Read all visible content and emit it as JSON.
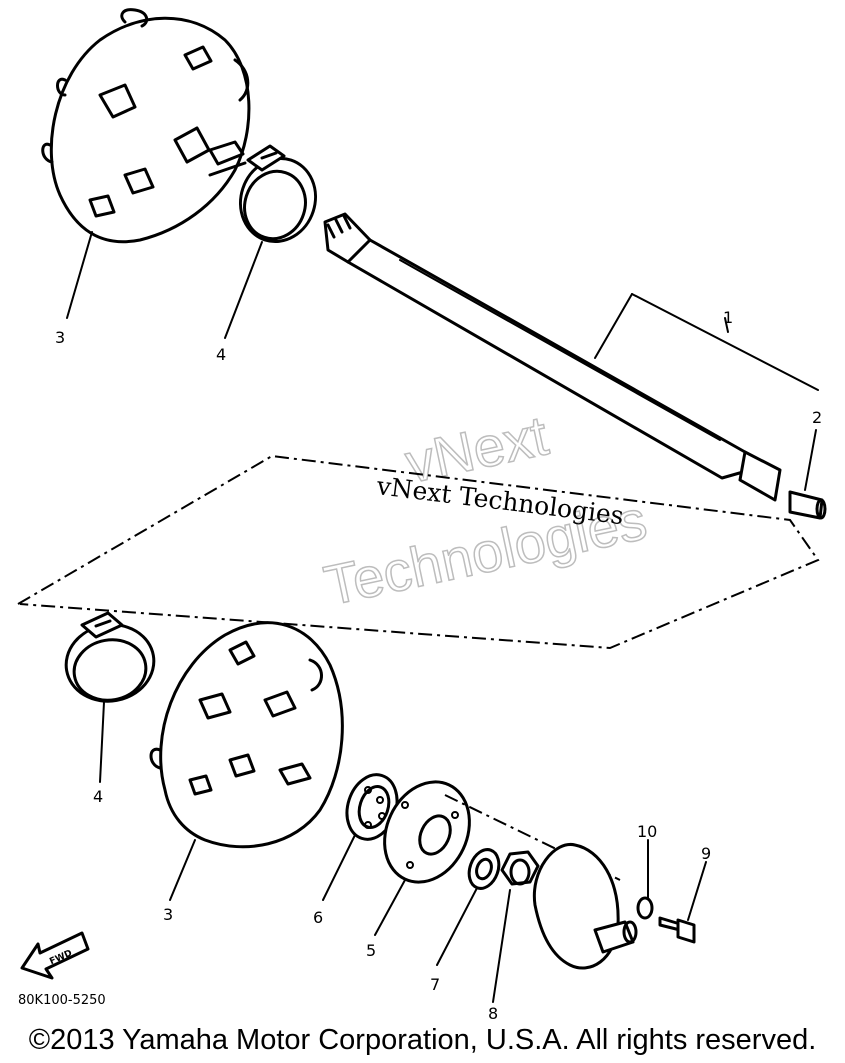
{
  "diagram": {
    "callouts": [
      {
        "id": "p1",
        "text": "1"
      },
      {
        "id": "p2",
        "text": "2"
      },
      {
        "id": "p3a",
        "text": "3"
      },
      {
        "id": "p4a",
        "text": "4"
      },
      {
        "id": "p4b",
        "text": "4"
      },
      {
        "id": "p3b",
        "text": "3"
      },
      {
        "id": "p6",
        "text": "6"
      },
      {
        "id": "p5",
        "text": "5"
      },
      {
        "id": "p7",
        "text": "7"
      },
      {
        "id": "p8",
        "text": "8"
      },
      {
        "id": "p10",
        "text": "10"
      },
      {
        "id": "p9",
        "text": "9"
      }
    ],
    "fwd_label": "FWD",
    "diagram_code": "80K100-5250",
    "watermark_text": "vNext Technologies",
    "watermark_outline_line1": "vNext",
    "watermark_outline_line2": "Technologies"
  },
  "footer": {
    "copyright": "©2013 Yamaha Motor Corporation, U.S.A. All rights reserved."
  }
}
